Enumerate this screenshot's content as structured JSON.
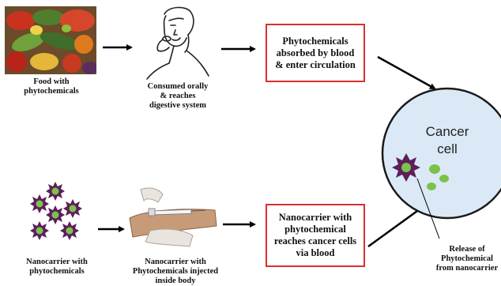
{
  "top_row": {
    "food_caption": [
      "Food with",
      "phytochemicals"
    ],
    "consumed_caption": [
      "Consumed orally",
      "& reaches",
      "digestive system"
    ],
    "absorbed_box": [
      "Phytochemicals",
      "absorbed by blood",
      "& enter circulation"
    ]
  },
  "bottom_row": {
    "nanocarrier_caption": [
      "Nanocarrier with",
      "phytochemicals"
    ],
    "injected_caption": [
      "Nanocarrier with",
      "Phytochemicals injected",
      "inside body"
    ],
    "reaches_box": [
      "Nanocarrier with",
      "phytochemical",
      "reaches cancer cells",
      "via blood"
    ]
  },
  "cancer_cell": {
    "label": [
      "Cancer",
      "cell"
    ],
    "release_caption": [
      "Release of",
      "Phytochemical",
      "from nanocarrier"
    ]
  },
  "colors": {
    "box_border": "#d9302b",
    "cell_fill": "#dbe9f7",
    "cell_stroke": "#1a1a1a",
    "nanocarrier": "#5c1f5a",
    "phytochemical": "#7cc24a",
    "arrow": "#000000"
  }
}
